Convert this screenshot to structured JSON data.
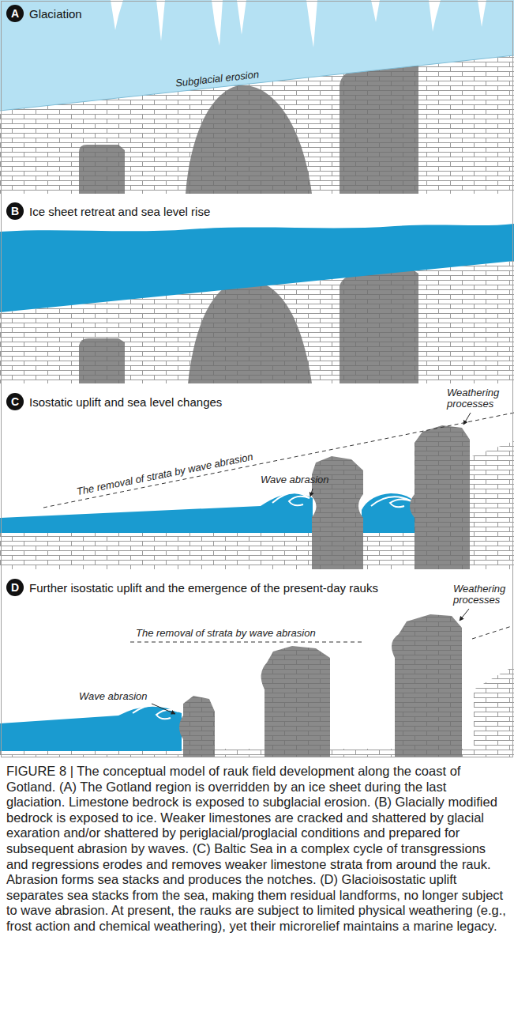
{
  "diagram": {
    "caption": "FIGURE 8 | The conceptual model of rauk field development along the coast of Gotland. (A) The Gotland region is overridden by an ice sheet during the last glaciation. Limestone bedrock is exposed to subglacial erosion. (B) Glacially modified bedrock is exposed to ice. Weaker limestones are cracked and shattered by glacial exaration and/or shattered by periglacial/proglacial conditions and prepared for subsequent abrasion by waves. (C) Baltic Sea in a complex cycle of transgressions and regressions erodes and removes weaker limestone strata from around the rauk. Abrasion forms sea stacks and produces the notches. (D) Glacioisostatic uplift separates sea stacks from the sea, making them residual landforms, no longer subject to wave abrasion. At present, the rauks are subject to limited physical weathering (e.g., frost action and chemical weathering), yet their microrelief maintains a marine legacy.",
    "nodes": [
      {
        "text": [
          "A",
          "Glaciation"
        ]
      },
      {
        "text": [
          "B",
          "Ice sheet retreat and sea level rise"
        ]
      },
      {
        "text": [
          "C",
          "Isostatic uplift and sea level changes"
        ]
      },
      {
        "text": [
          "D",
          "Further isostatic uplift and the emergence of the present-day rauks"
        ]
      }
    ],
    "labels": [
      "Subglacial erosion",
      "The removal of strata by wave abrasion",
      "Wave abrasion",
      "Weathering processes",
      "The removal of strata by wave abrasion",
      "Wave abrasion",
      "Weathering processes"
    ]
  }
}
